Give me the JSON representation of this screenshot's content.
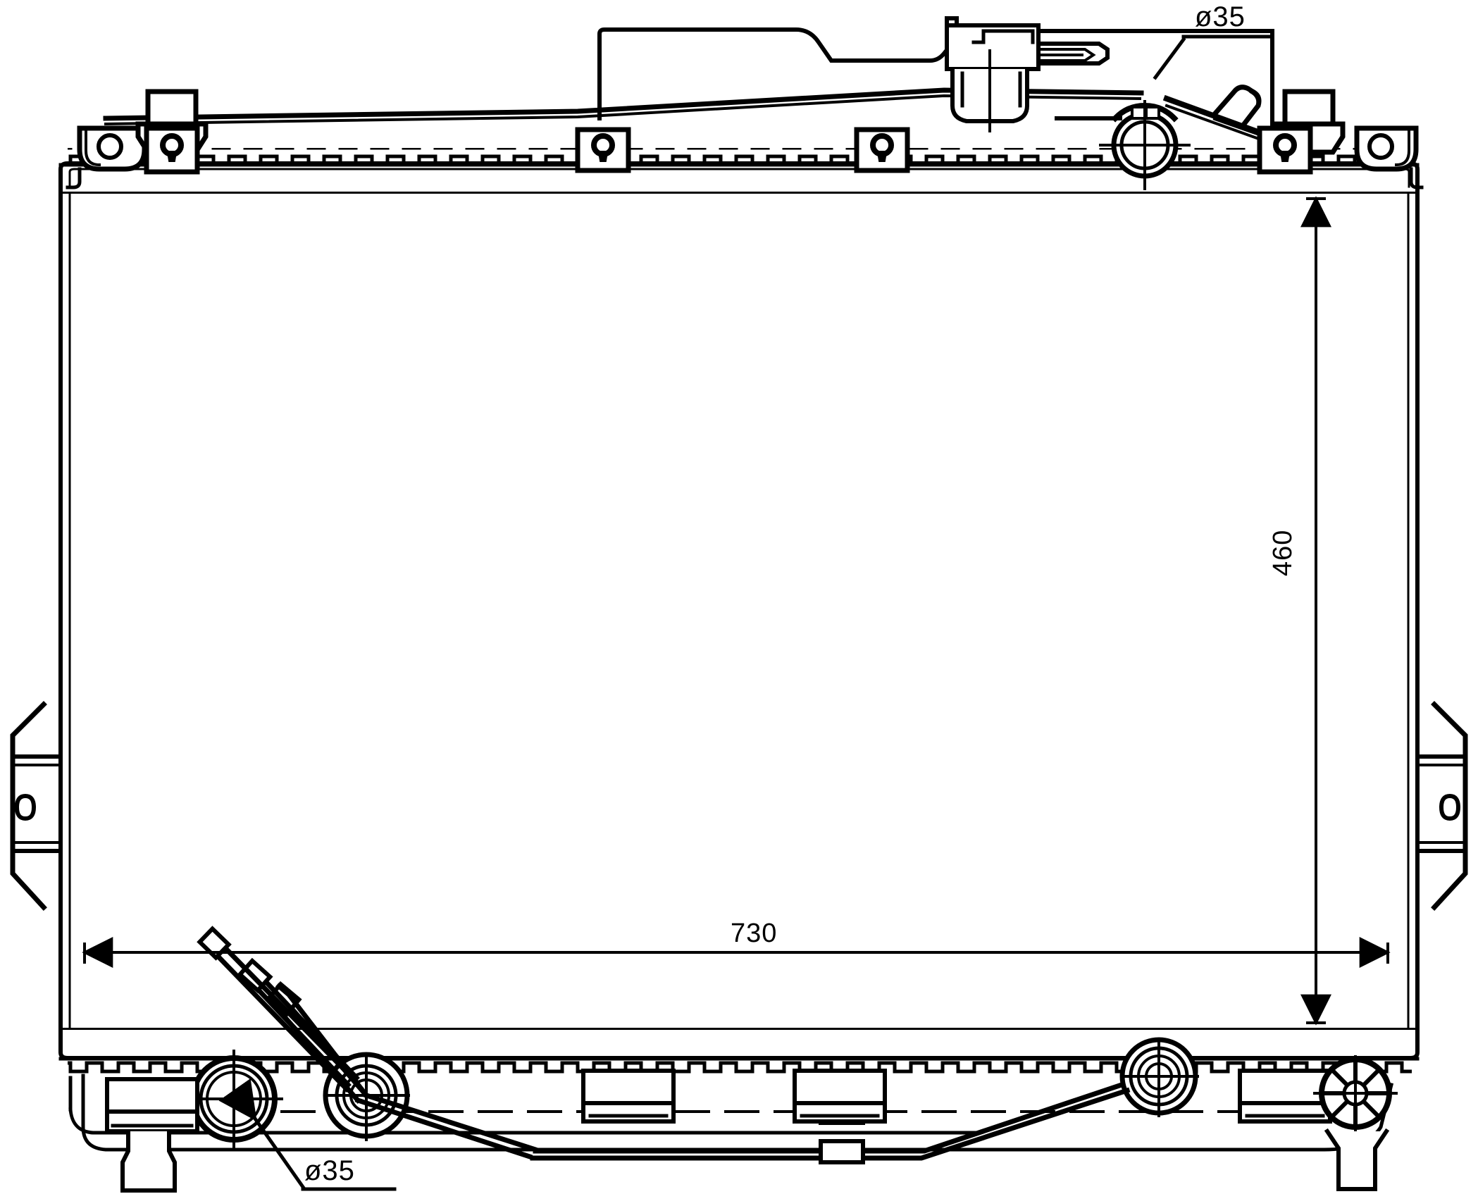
{
  "drawing": {
    "title": "Radiator assembly technical drawing",
    "view": "front elevation",
    "line_color": "#000000",
    "background_color": "#ffffff",
    "units": "mm"
  },
  "dimensions": {
    "core_width": "730",
    "core_height": "460",
    "top_port_diameter": "ø35",
    "bottom_port_diameter": "ø35"
  },
  "annotations": [
    {
      "id": "dia-top",
      "text": "ø35",
      "target": "upper-outlet-port"
    },
    {
      "id": "dia-bottom",
      "text": "ø35",
      "target": "lower-inlet-port"
    },
    {
      "id": "width",
      "text": "730",
      "target": "core-width-dimension"
    },
    {
      "id": "height",
      "text": "460",
      "target": "core-height-dimension"
    }
  ],
  "components": {
    "core": "radiator-core",
    "upper_tank": "upper-tank",
    "lower_tank": "lower-tank",
    "upper_outlet_port": "upper-outlet-port",
    "lower_inlet_port": "lower-inlet-port",
    "filler_neck": "filler-neck",
    "overflow_tube": "overflow-tube",
    "drain_plug": "drain-plug",
    "trans_cooler_lines": "transmission-cooler-lines",
    "mount_brackets": "mounting-brackets",
    "side_brackets": "side-support-brackets"
  }
}
